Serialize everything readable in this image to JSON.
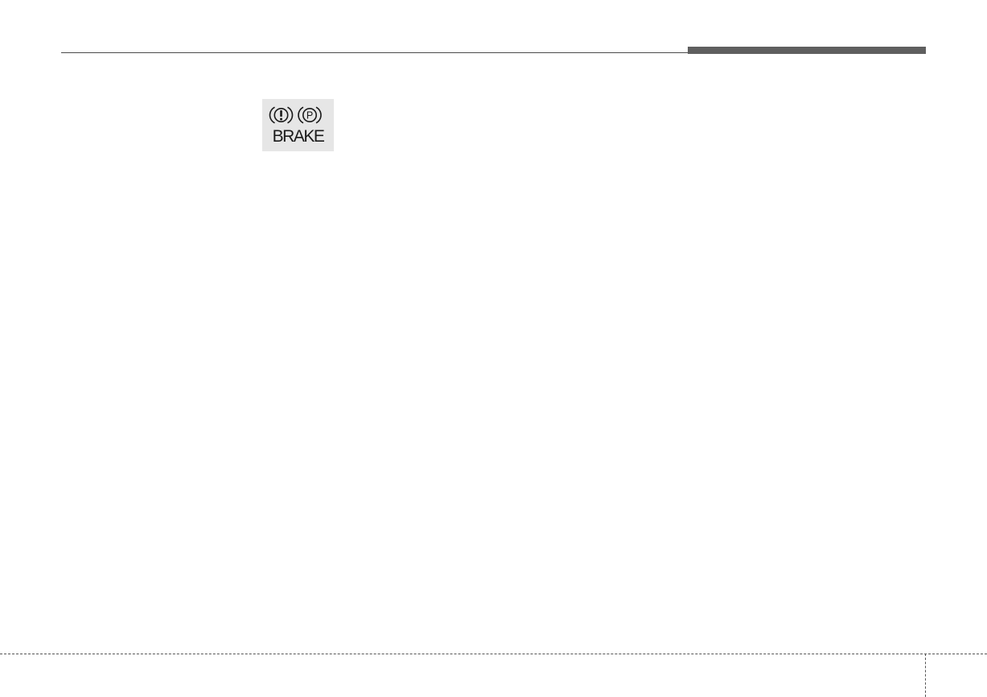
{
  "header": {
    "accent_color": "#5f5f5f",
    "rule_color": "#4a4a4a"
  },
  "warning_light": {
    "label": "BRAKE",
    "symbols": [
      "exclamation-circle-icon",
      "parking-p-icon"
    ],
    "parking_letter": "P",
    "background": "#e6e6e6"
  },
  "footer": {
    "style": "dashed"
  }
}
